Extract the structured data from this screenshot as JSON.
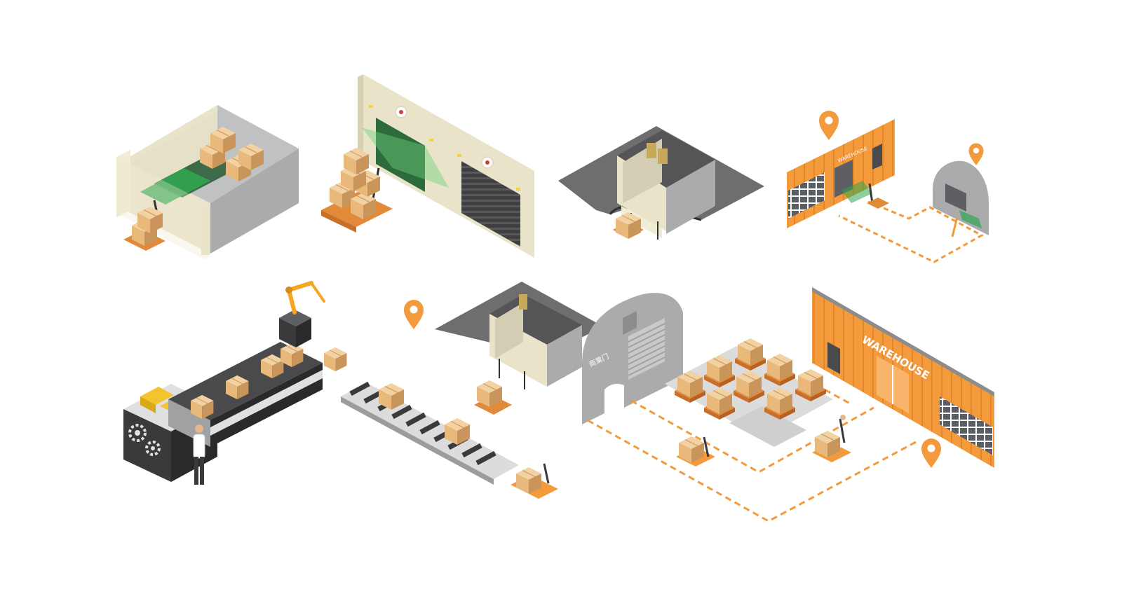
{
  "signs": {
    "warehouse_main": "WAREHOUSE",
    "warehouse_small": "WAREHOUSE",
    "gate_label": "商業门"
  },
  "colors": {
    "orange": "#f29a3c",
    "orange_dark": "#d97f24",
    "box": "#e8b97a",
    "box_dark": "#c9955a",
    "box_top": "#f2d2a2",
    "green": "#2fa84f",
    "gray_floor": "#6e6e70",
    "gray_wall": "#a9abad",
    "cream_wall": "#e9e3c9",
    "dark": "#3a3a3c"
  },
  "icons": [
    "location-pin-icon",
    "gear-icon",
    "robot-arm-icon",
    "pallet-jack-icon",
    "rolling-shutter-icon"
  ]
}
